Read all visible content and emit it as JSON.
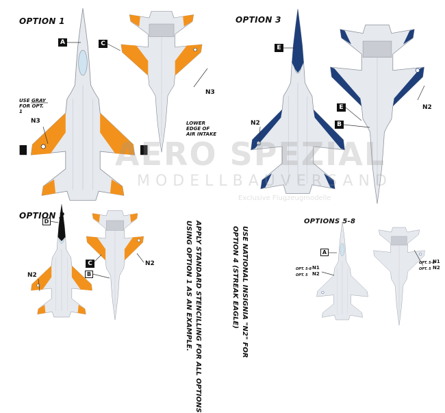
{
  "options": {
    "opt1": "OPTION 1",
    "opt2": "OPTION 2",
    "opt3": "OPTION 3",
    "opt58": "OPTIONS 5-8"
  },
  "tags": {
    "a": "A",
    "b": "B",
    "c": "C",
    "d": "D",
    "e": "E"
  },
  "insignia": {
    "n2": "N2",
    "n3": "N3",
    "n1": "N1"
  },
  "notes": {
    "use_gray": "USE GRAY FOR OPT. 1",
    "lower_edge": "LOWER EDGE OF AIR INTAKE",
    "stencilling_1": "APPLY STANDARD STENCILLING FOR ALL OPTIONS",
    "stencilling_2": "USING OPTION 1 AS AN EXAMPLE.",
    "national_1": "USE NATIONAL INSIGNIA \"N2\" FOR",
    "national_2": "OPTION 4 (STREAK EAGLE)",
    "opt58_top": "OPT. 5-8",
    "opt58_bottom": "OPT. 5"
  },
  "watermark": {
    "line1": "AERO SPEZIAL",
    "line2": "MODELLBAUVERSAND",
    "line3": "Exclusive Flugzeugmodelle"
  },
  "colors": {
    "orange": "#f2921c",
    "navy": "#1e3f7a",
    "gray": "#e6e9ee",
    "outline": "#8a9099",
    "canopy": "#cfe4f0"
  }
}
